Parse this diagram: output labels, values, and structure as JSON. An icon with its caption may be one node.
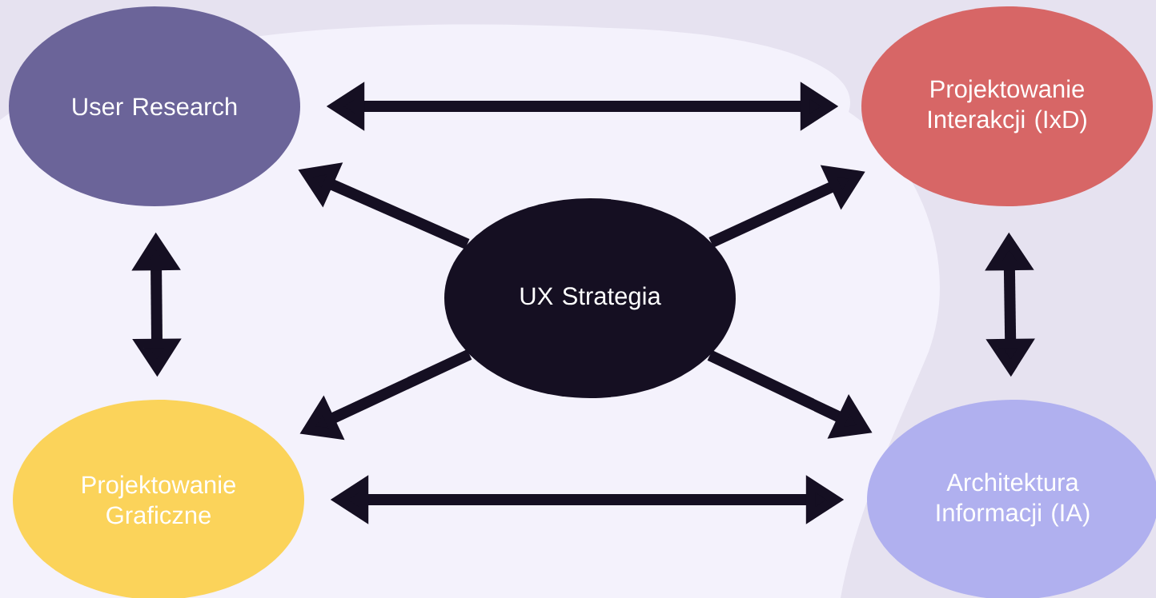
{
  "diagram": {
    "nodes": [
      {
        "text": [
          "User Research"
        ]
      },
      {
        "text": [
          "Projektowanie Interakcji (IxD)"
        ]
      },
      {
        "text": [
          "UX Strategia"
        ]
      },
      {
        "text": [
          "Projektowanie Graficzne"
        ]
      },
      {
        "text": [
          "Architektura Informacji (IA)"
        ]
      }
    ],
    "edges": [
      {
        "from": 0,
        "to": 1,
        "arrow": "both"
      },
      {
        "from": 2,
        "to": 0,
        "arrow": "to"
      },
      {
        "from": 2,
        "to": 1,
        "arrow": "to"
      },
      {
        "from": 0,
        "to": 3,
        "arrow": "both"
      },
      {
        "from": 1,
        "to": 4,
        "arrow": "both"
      },
      {
        "from": 2,
        "to": 3,
        "arrow": "to"
      },
      {
        "from": 2,
        "to": 4,
        "arrow": "to"
      },
      {
        "from": 3,
        "to": 4,
        "arrow": "both"
      }
    ]
  }
}
